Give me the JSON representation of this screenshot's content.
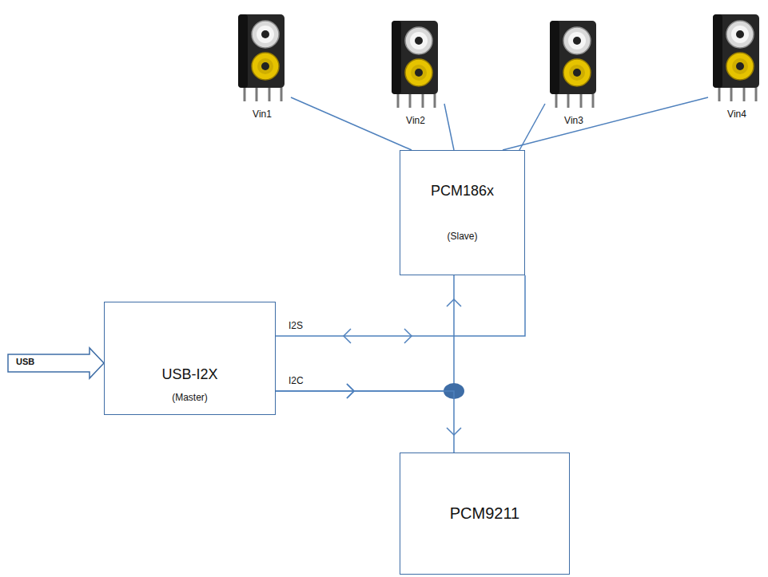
{
  "diagram": {
    "nodes": [
      {
        "text": [
          "Vin1"
        ]
      },
      {
        "text": [
          "Vin2"
        ]
      },
      {
        "text": [
          "Vin3"
        ]
      },
      {
        "text": [
          "Vin4"
        ]
      },
      {
        "text": [
          "PCM186x",
          "(Slave)"
        ]
      },
      {
        "text": [
          "USB-I2X",
          "(Master)"
        ]
      },
      {
        "text": [
          "PCM9211"
        ]
      }
    ],
    "edges": [
      {
        "from": 0,
        "to": 4,
        "arrow": "none"
      },
      {
        "from": 1,
        "to": 4,
        "arrow": "none"
      },
      {
        "from": 2,
        "to": 4,
        "arrow": "none"
      },
      {
        "from": 3,
        "to": 4,
        "arrow": "none"
      },
      {
        "from": 5,
        "to": 4,
        "label": "I2S",
        "arrow": "both"
      },
      {
        "from": 5,
        "to": 4,
        "label": "I2C",
        "arrow": "to"
      },
      {
        "from": 5,
        "to": 6,
        "arrow": "to"
      }
    ],
    "labels": [
      "USB"
    ]
  }
}
